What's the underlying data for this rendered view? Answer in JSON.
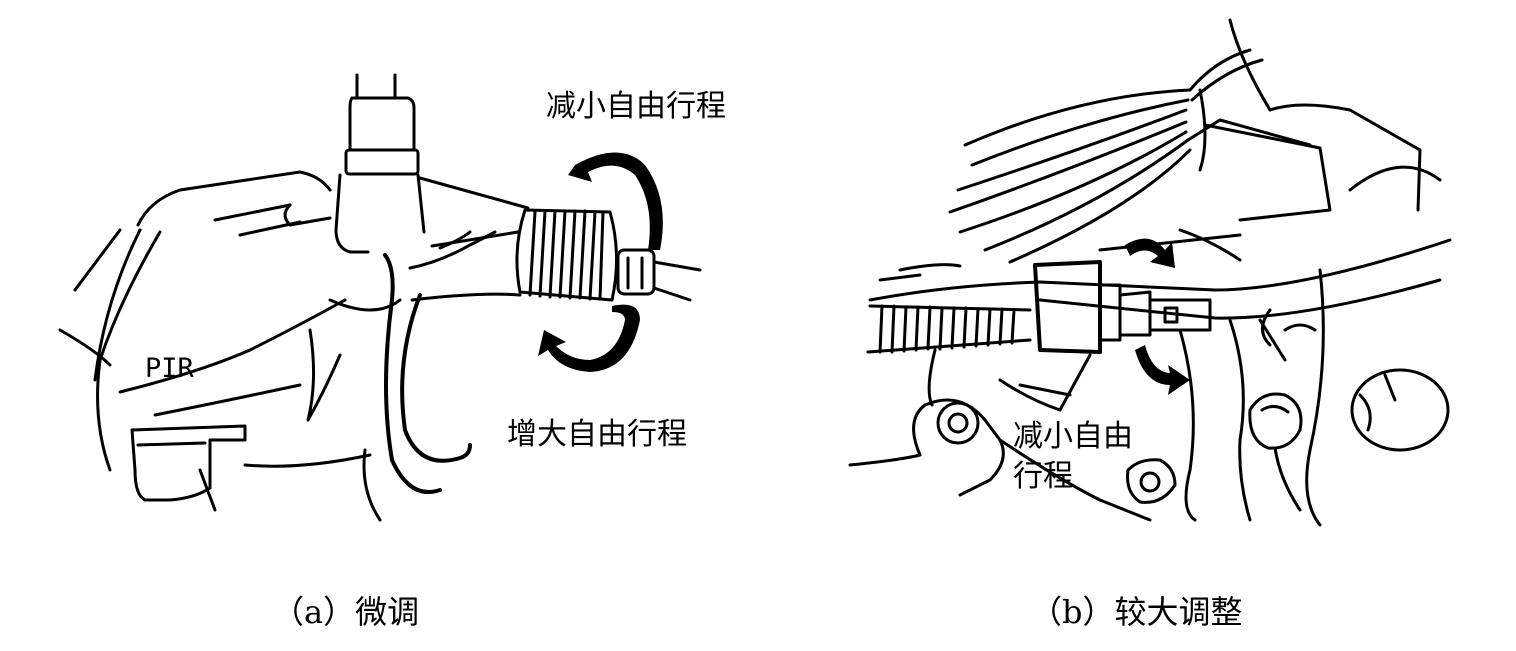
{
  "panel_a": {
    "label_pir": "PIR",
    "label_reduce": "减小自由行程",
    "label_increase": "增大自由行程",
    "caption": "（a）微调"
  },
  "panel_b": {
    "label_reduce_line1": "减小自由",
    "label_reduce_line2": "行程",
    "caption": "（b）较大调整"
  }
}
